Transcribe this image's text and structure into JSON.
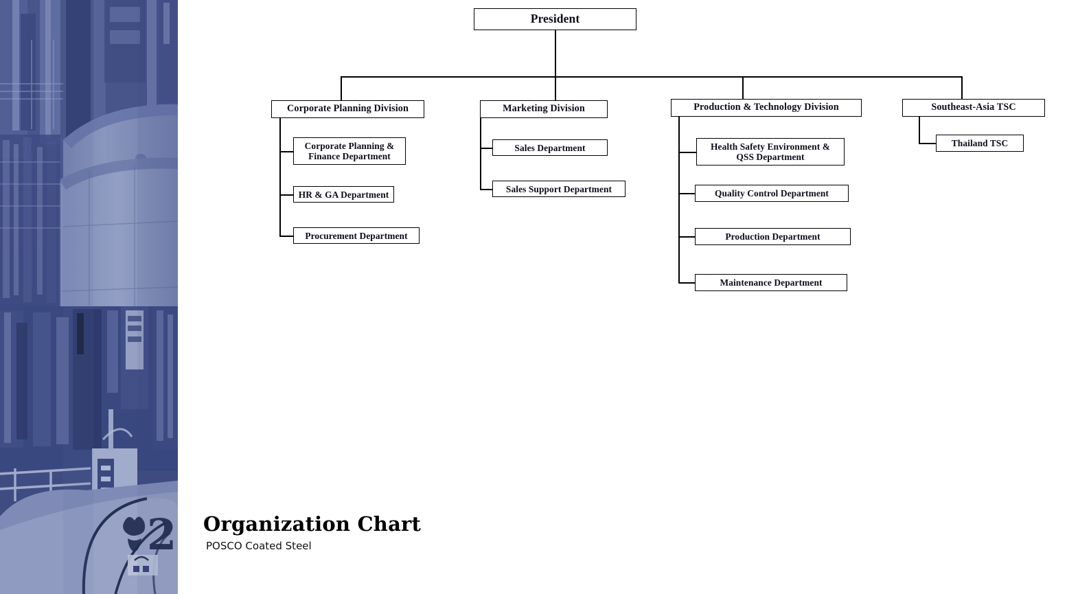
{
  "document": {
    "title": "Organization Chart",
    "subtitle": "POSCO Coated Steel",
    "background_color": "#ffffff",
    "line_color": "#000000",
    "box_border_color": "#000000",
    "box_fill_color": "#ffffff",
    "text_color": "#0d0d1a"
  },
  "sidebar_image": {
    "name": "industrial-plant-photo",
    "description": "Blue duotone photograph of steel plant piping and storage tanks",
    "tint_color": "#4a5a8c",
    "accent_color": "#8f9dc4"
  },
  "chart_data": {
    "type": "diagram",
    "subtype": "organization-chart",
    "title": "Organization Chart",
    "subtitle": "POSCO Coated Steel",
    "orientation": "top-down-with-left-aligned-children",
    "levels": 3,
    "root": {
      "id": "president",
      "label": "President"
    },
    "divisions": [
      {
        "id": "corporate-planning-division",
        "label": "Corporate Planning Division",
        "children": [
          {
            "id": "corporate-planning-finance-department",
            "label": "Corporate Planning &\nFinance Department",
            "line1": "Corporate Planning &",
            "line2": "Finance Department"
          },
          {
            "id": "hr-ga-department",
            "label": "HR & GA Department",
            "line1": "HR & GA Department",
            "line2": ""
          },
          {
            "id": "procurement-department",
            "label": "Procurement Department",
            "line1": "Procurement Department",
            "line2": ""
          }
        ]
      },
      {
        "id": "marketing-division",
        "label": "Marketing Division",
        "children": [
          {
            "id": "sales-department",
            "label": "Sales Department",
            "line1": "Sales Department",
            "line2": ""
          },
          {
            "id": "sales-support-department",
            "label": "Sales Support Department",
            "line1": "Sales Support Department",
            "line2": ""
          }
        ]
      },
      {
        "id": "production-technology-division",
        "label": "Production & Technology Division",
        "children": [
          {
            "id": "health-safety-environment-qss-department",
            "label": "Health Safety Environment &\nQSS Department",
            "line1": "Health Safety Environment &",
            "line2": "QSS Department"
          },
          {
            "id": "quality-control-department",
            "label": "Quality Control Department",
            "line1": "Quality Control Department",
            "line2": ""
          },
          {
            "id": "production-department",
            "label": "Production Department",
            "line1": "Production Department",
            "line2": ""
          },
          {
            "id": "maintenance-department",
            "label": "Maintenance Department",
            "line1": "Maintenance Department",
            "line2": ""
          }
        ]
      },
      {
        "id": "southeast-asia-tsc",
        "label": "Southeast-Asia TSC",
        "children": [
          {
            "id": "thailand-tsc",
            "label": "Thailand TSC",
            "line1": "Thailand TSC",
            "line2": ""
          }
        ]
      }
    ]
  }
}
